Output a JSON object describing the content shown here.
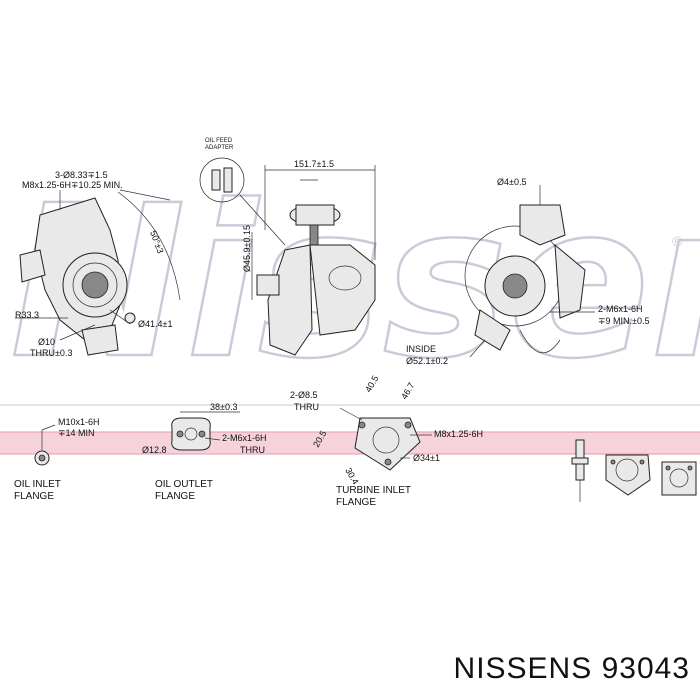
{
  "watermark": {
    "text": "Nissens",
    "registered": "®"
  },
  "brand": {
    "text": "NISSENS 93043"
  },
  "labels": {
    "bolt_holes": "3-Ø8.33∓1.5",
    "thread_depth": "M8x1.25-6H∓10.25 MIN.",
    "angle": "50°±3",
    "r33": "R33.3",
    "d41": "Ø41.4±1",
    "d10": "Ø10",
    "thru": "THRU±0.3",
    "oil_feed": "OIL FEED",
    "adapter": "ADAPTER",
    "width_151": "151.7±1.5",
    "d459": "Ø45.9±0.15",
    "d4": "Ø4±0.5",
    "m6_top": "2-M6x1-6H",
    "min9": "∓9 MIN.±0.5",
    "inside": "INSIDE",
    "d521": "Ø52.1±0.2",
    "m10": "M10x1-6H",
    "min14": "∓14 MIN",
    "w38": "38±0.3",
    "m6_outlet": "2-M6x1-6H",
    "thru2": "THRU",
    "d128": "Ø12.8",
    "holes85": "2-Ø8.5",
    "thru3": "THRU",
    "d405": "40.5",
    "d467": "46.7",
    "d205": "20.5",
    "d304": "30.4",
    "m8": "M8x1.25-6H",
    "d34": "Ø34±1",
    "oil_inlet_1": "OIL INLET",
    "oil_inlet_2": "FLANGE",
    "oil_outlet_1": "OIL OUTLET",
    "oil_outlet_2": "FLANGE",
    "turbine_1": "TURBINE INLET",
    "turbine_2": "FLANGE"
  },
  "colors": {
    "band": "#f6d3db",
    "band_line": "#e69aaa",
    "watermark": "#c8ccd8"
  }
}
